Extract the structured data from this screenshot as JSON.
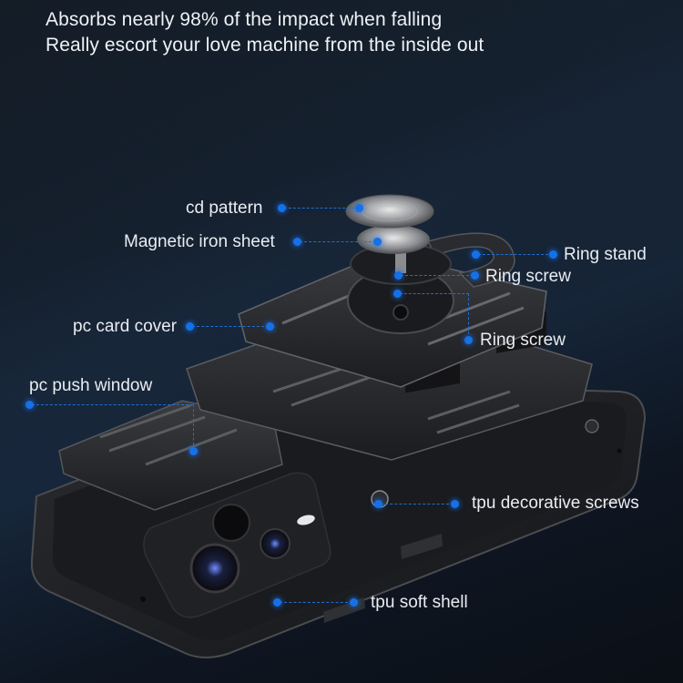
{
  "headline": {
    "line1": "Absorbs nearly 98% of the impact when falling",
    "line2": "Really escort your love machine from the inside out"
  },
  "callouts": [
    {
      "id": "cd-pattern",
      "label": "cd pattern"
    },
    {
      "id": "magnetic-iron-sheet",
      "label": "Magnetic iron sheet"
    },
    {
      "id": "ring-stand",
      "label": "Ring stand"
    },
    {
      "id": "ring-screw-1",
      "label": "Ring screw"
    },
    {
      "id": "pc-card-cover",
      "label": "pc card cover"
    },
    {
      "id": "ring-screw-2",
      "label": "Ring screw"
    },
    {
      "id": "pc-push-window",
      "label": "pc push window"
    },
    {
      "id": "tpu-decorative-screws",
      "label": "tpu decorative screws"
    },
    {
      "id": "tpu-soft-shell",
      "label": "tpu soft shell"
    }
  ],
  "colors": {
    "accent": "#1670e8",
    "background": "#121a24",
    "text": "#e9edf2"
  }
}
